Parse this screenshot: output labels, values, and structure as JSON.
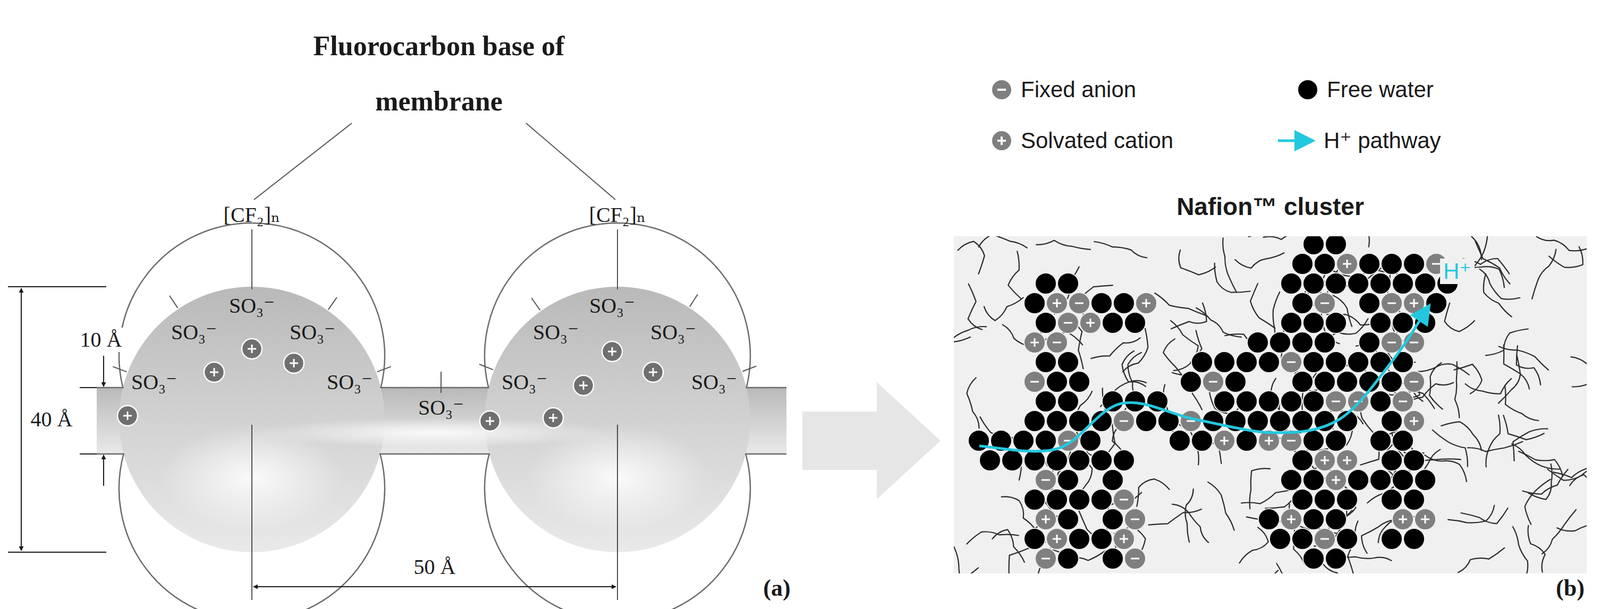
{
  "diagram": {
    "nodes": [
      {
        "text": [
          "Nafion™ cluster",
          "H⁺"
        ]
      }
    ],
    "labels": [
      "Fluorocarbon base of membrane",
      "[CF₂]ₙ",
      "[CF₂]ₙ",
      "SO₃⁻",
      "SO₃⁻",
      "SO₃⁻",
      "SO₃⁻",
      "SO₃⁻",
      "SO₃⁻",
      "SO₃⁻",
      "SO₃⁻",
      "SO₃⁻",
      "SO₃⁻",
      "SO₃⁻",
      "10 Å",
      "40 Å",
      "50 Å",
      "(a)",
      "(b)"
    ],
    "legend": [
      {
        "text": "Fixed anion",
        "color": "#7f7f7f"
      },
      {
        "text": "Free water",
        "color": "#000000"
      },
      {
        "text": "Solvated cation",
        "color": "#7f7f7f"
      },
      {
        "text": "H⁺ pathway"
      }
    ]
  }
}
